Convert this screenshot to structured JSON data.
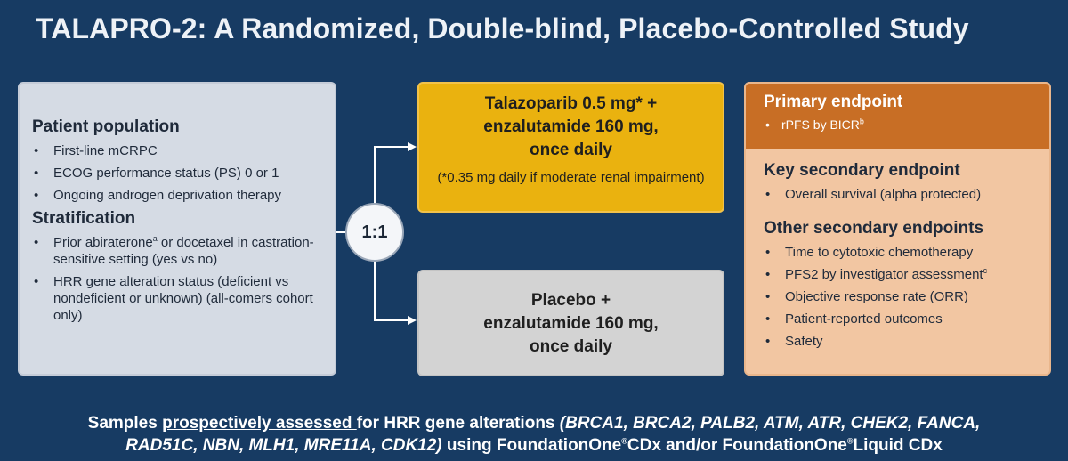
{
  "title": "TALAPRO-2: A Randomized, Double-blind, Placebo-Controlled Study",
  "patient": {
    "heading": "Patient population",
    "items": [
      "First-line mCRPC",
      "ECOG performance status (PS) 0 or 1",
      "Ongoing androgen deprivation therapy"
    ]
  },
  "stratification": {
    "heading": "Stratification",
    "item1_pre": "Prior abiraterone",
    "item1_sup": "a",
    "item1_post": " or docetaxel in castration-sensitive setting (yes vs no)",
    "item2": "HRR gene alteration status (deficient vs nondeficient or unknown) (all-comers cohort only)"
  },
  "randomization": "1:1",
  "arm1": {
    "line1": "Talazoparib 0.5 mg* +",
    "line2": "enzalutamide 160 mg,",
    "line3": "once daily",
    "note": "(*0.35 mg daily if moderate renal impairment)"
  },
  "arm2": {
    "line1": "Placebo +",
    "line2": "enzalutamide 160 mg,",
    "line3": "once daily"
  },
  "endpoints": {
    "primary_heading": "Primary endpoint",
    "primary_item": "rPFS by BICR",
    "primary_sup": "b",
    "key_secondary_heading": "Key secondary endpoint",
    "key_secondary_item": "Overall survival (alpha protected)",
    "other_heading": "Other secondary endpoints",
    "other_item1": "Time to cytotoxic chemotherapy",
    "other_item2": "PFS2 by investigator assessment",
    "other_item2_sup": "c",
    "other_item3": "Objective response rate (ORR)",
    "other_item4": "Patient-reported outcomes",
    "other_item5": "Safety"
  },
  "footer": {
    "p1": "Samples ",
    "p2": "prospectively assessed ",
    "p3": "for HRR gene alterations ",
    "genes_line1": "(BRCA1, BRCA2, PALB2, ATM, ATR, CHEK2, FANCA,",
    "genes_line2": "RAD51C, NBN, MLH1, MRE11A, CDK12)",
    "p4": " using FoundationOne",
    "reg1": "®",
    "p5": "CDx and/or FoundationOne",
    "reg2": "®",
    "p6": "Liquid CDx"
  },
  "colors": {
    "background": "#173b63",
    "arm1": "#eab20f",
    "arm2": "#d3d3d3",
    "primary_header": "#c86e25",
    "endpoints_body": "#f2c6a2",
    "patient_box": "#d5dbe4"
  }
}
